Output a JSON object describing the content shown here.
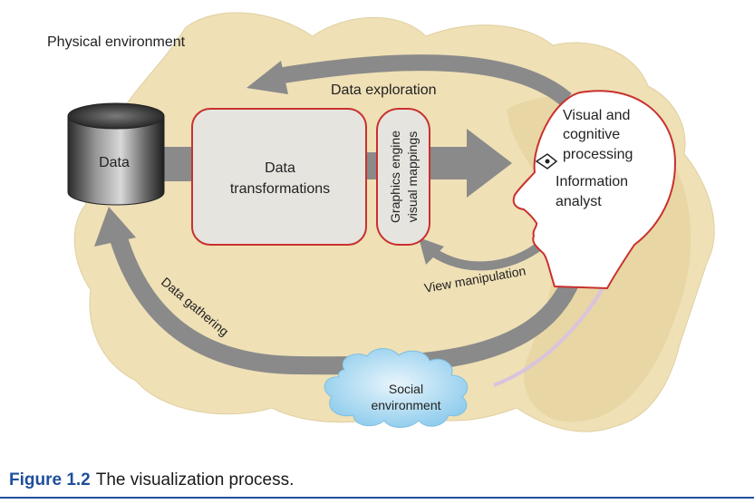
{
  "labels": {
    "physical_environment": "Physical environment",
    "data": "Data",
    "data_transformations_1": "Data",
    "data_transformations_2": "transformations",
    "graphics_engine": "Graphics engine",
    "visual_mappings": "visual mappings",
    "data_exploration": "Data exploration",
    "visual_cognitive_1": "Visual and",
    "visual_cognitive_2": "cognitive",
    "visual_cognitive_3": "processing",
    "information_analyst_1": "Information",
    "information_analyst_2": "analyst",
    "view_manipulation": "View manipulation",
    "data_gathering": "Data gathering",
    "social_environment_1": "Social",
    "social_environment_2": "environment"
  },
  "caption": {
    "figure_label": "Figure 1.2",
    "text": "The visualization process."
  },
  "colors": {
    "physical_blob": "#efe0b6",
    "arrow": "#8a8a8a",
    "box_border": "#c8312e",
    "box_fill": "#e6e4df",
    "cloud": "#a9d6ee",
    "caption_label": "#1f4f9c"
  }
}
